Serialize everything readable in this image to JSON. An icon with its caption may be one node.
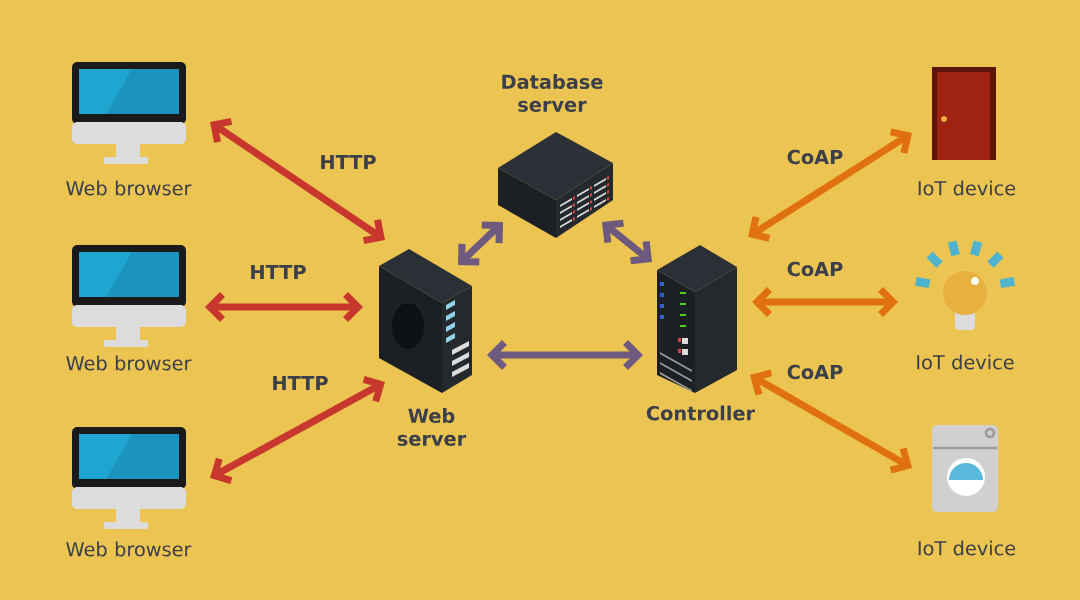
{
  "diagram": {
    "nodes": [
      {
        "text": [
          "Web browser"
        ]
      },
      {
        "text": [
          "Web browser"
        ]
      },
      {
        "text": [
          "Web browser"
        ]
      },
      {
        "text": [
          "Web server"
        ]
      },
      {
        "text": [
          "Database server"
        ]
      },
      {
        "text": [
          "Controller"
        ]
      },
      {
        "text": [
          "IoT device"
        ]
      },
      {
        "text": [
          "IoT device"
        ]
      },
      {
        "text": [
          "IoT device"
        ]
      }
    ],
    "edges": [
      {
        "from": 0,
        "to": 3,
        "arrow": "both",
        "label": "HTTP",
        "color": "#c8372d"
      },
      {
        "from": 1,
        "to": 3,
        "arrow": "both",
        "label": "HTTP",
        "color": "#c8372d"
      },
      {
        "from": 2,
        "to": 3,
        "arrow": "both",
        "label": "HTTP",
        "color": "#c8372d"
      },
      {
        "from": 3,
        "to": 4,
        "arrow": "both",
        "color": "#6e5a7e"
      },
      {
        "from": 4,
        "to": 5,
        "arrow": "both",
        "color": "#6e5a7e"
      },
      {
        "from": 3,
        "to": 5,
        "arrow": "both",
        "color": "#6e5a7e"
      },
      {
        "from": 5,
        "to": 6,
        "arrow": "both",
        "label": "CoAP",
        "color": "#e07010"
      },
      {
        "from": 5,
        "to": 7,
        "arrow": "both",
        "label": "CoAP",
        "color": "#e07010"
      },
      {
        "from": 5,
        "to": 8,
        "arrow": "both",
        "label": "CoAP",
        "color": "#e07010"
      }
    ]
  }
}
